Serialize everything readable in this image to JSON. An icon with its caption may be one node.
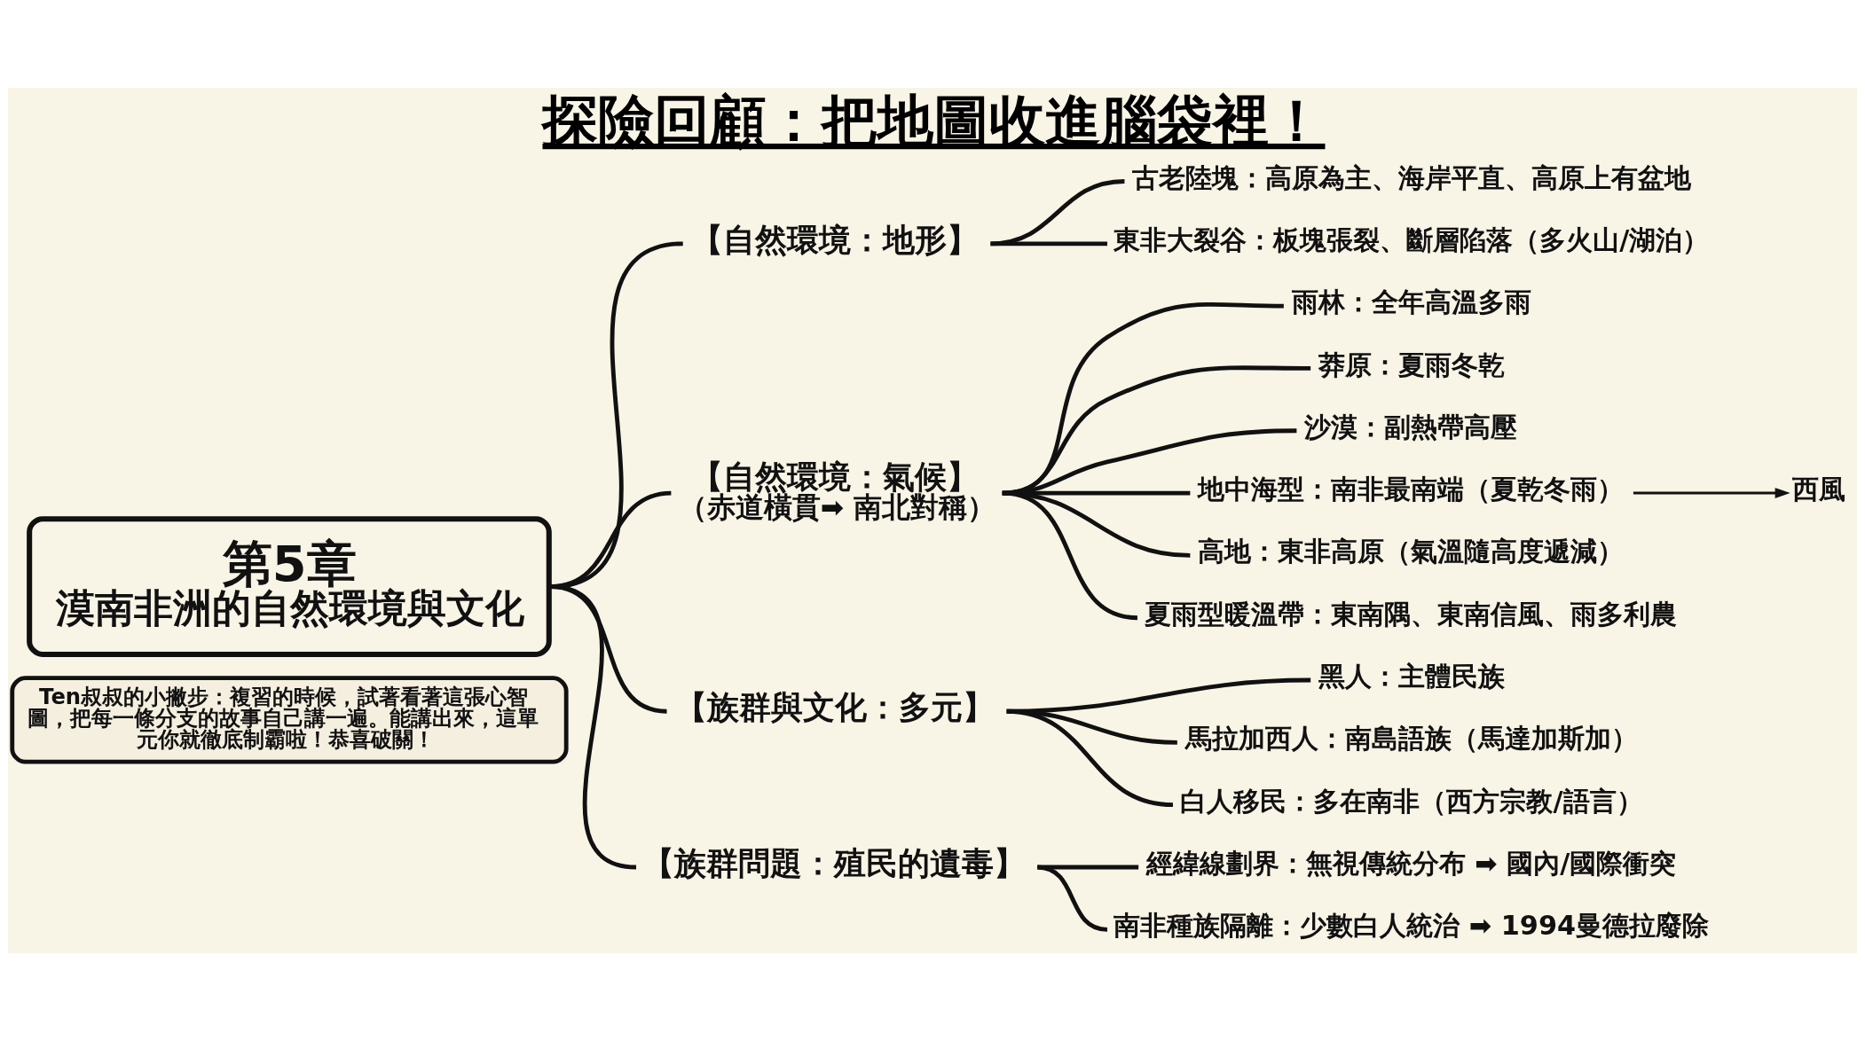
{
  "diagram": {
    "title": "探險回顧：把地圖收進腦袋裡！",
    "nodes": [
      {
        "text": [
          "第5章",
          "漠南非洲的自然環境與文化"
        ]
      },
      {
        "text": [
          "【自然環境：地形】"
        ]
      },
      {
        "text": [
          "古老陸塊：高原為主、海岸平直、高原上有盆地"
        ]
      },
      {
        "text": [
          "東非大裂谷：板塊張裂、斷層陷落（多火山/湖泊）"
        ]
      },
      {
        "text": [
          "【自然環境：氣候】",
          "（赤道橫貫➡ 南北對稱）"
        ]
      },
      {
        "text": [
          "雨林：全年高溫多雨"
        ]
      },
      {
        "text": [
          "莽原：夏雨冬乾"
        ]
      },
      {
        "text": [
          "沙漠：副熱帶高壓"
        ]
      },
      {
        "text": [
          "地中海型：南非最南端（夏乾冬雨）"
        ]
      },
      {
        "text": [
          "西風"
        ]
      },
      {
        "text": [
          "高地：東非高原（氣溫隨高度遞減）"
        ]
      },
      {
        "text": [
          "夏雨型暖溫帶：東南隅、東南信風、雨多利農"
        ]
      },
      {
        "text": [
          "【族群與文化：多元】"
        ]
      },
      {
        "text": [
          "黑人：主體民族"
        ]
      },
      {
        "text": [
          "馬拉加西人：南島語族（馬達加斯加）"
        ]
      },
      {
        "text": [
          "白人移民：多在南非（西方宗教/語言）"
        ]
      },
      {
        "text": [
          "【族群問題：殖民的遺毒】"
        ]
      },
      {
        "text": [
          "經緯線劃界：無視傳統分布 ➡ 國內/國際衝突"
        ]
      },
      {
        "text": [
          "南非種族隔離：少數白人統治 ➡ 1994曼德拉廢除"
        ]
      },
      {
        "text": [
          "Ten叔叔的小撇步：複習的時候，試著看著這張心智圖，把每一條分支的故事自己講一遍。能講出來，這單元你就徹底制霸啦！恭喜破關！"
        ]
      }
    ],
    "edges": [
      {
        "from": 0,
        "to": 1,
        "arrow": "none"
      },
      {
        "from": 0,
        "to": 4,
        "arrow": "none"
      },
      {
        "from": 0,
        "to": 12,
        "arrow": "none"
      },
      {
        "from": 0,
        "to": 16,
        "arrow": "none"
      },
      {
        "from": 1,
        "to": 2,
        "arrow": "none"
      },
      {
        "from": 1,
        "to": 3,
        "arrow": "none"
      },
      {
        "from": 4,
        "to": 5,
        "arrow": "none"
      },
      {
        "from": 4,
        "to": 6,
        "arrow": "none"
      },
      {
        "from": 4,
        "to": 7,
        "arrow": "none"
      },
      {
        "from": 4,
        "to": 8,
        "arrow": "none"
      },
      {
        "from": 8,
        "to": 9,
        "arrow": "to"
      },
      {
        "from": 4,
        "to": 10,
        "arrow": "none"
      },
      {
        "from": 4,
        "to": 11,
        "arrow": "none"
      },
      {
        "from": 12,
        "to": 13,
        "arrow": "none"
      },
      {
        "from": 12,
        "to": 14,
        "arrow": "none"
      },
      {
        "from": 12,
        "to": 15,
        "arrow": "none"
      },
      {
        "from": 16,
        "to": 17,
        "arrow": "none"
      },
      {
        "from": 16,
        "to": 18,
        "arrow": "none"
      }
    ]
  }
}
